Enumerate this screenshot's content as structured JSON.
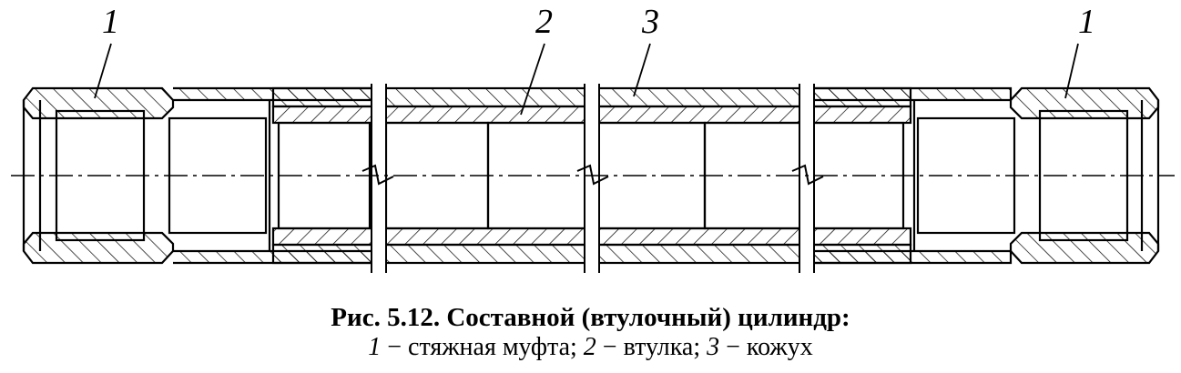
{
  "labels": [
    {
      "num": "1",
      "part": "муфта"
    },
    {
      "num": "2",
      "part": "втулка"
    },
    {
      "num": "3",
      "part": "кожух"
    },
    {
      "num": "1",
      "part": "муфта"
    }
  ],
  "caption": {
    "title": "Рис. 5.12. Составной (втулочный) цилиндр:",
    "legend": [
      {
        "num": "1",
        "sep": " − ",
        "text": "стяжная муфта;"
      },
      {
        "num": "2",
        "sep": " − ",
        "text": "втулка;"
      },
      {
        "num": "3",
        "sep": " − ",
        "text": "кожух"
      }
    ]
  }
}
